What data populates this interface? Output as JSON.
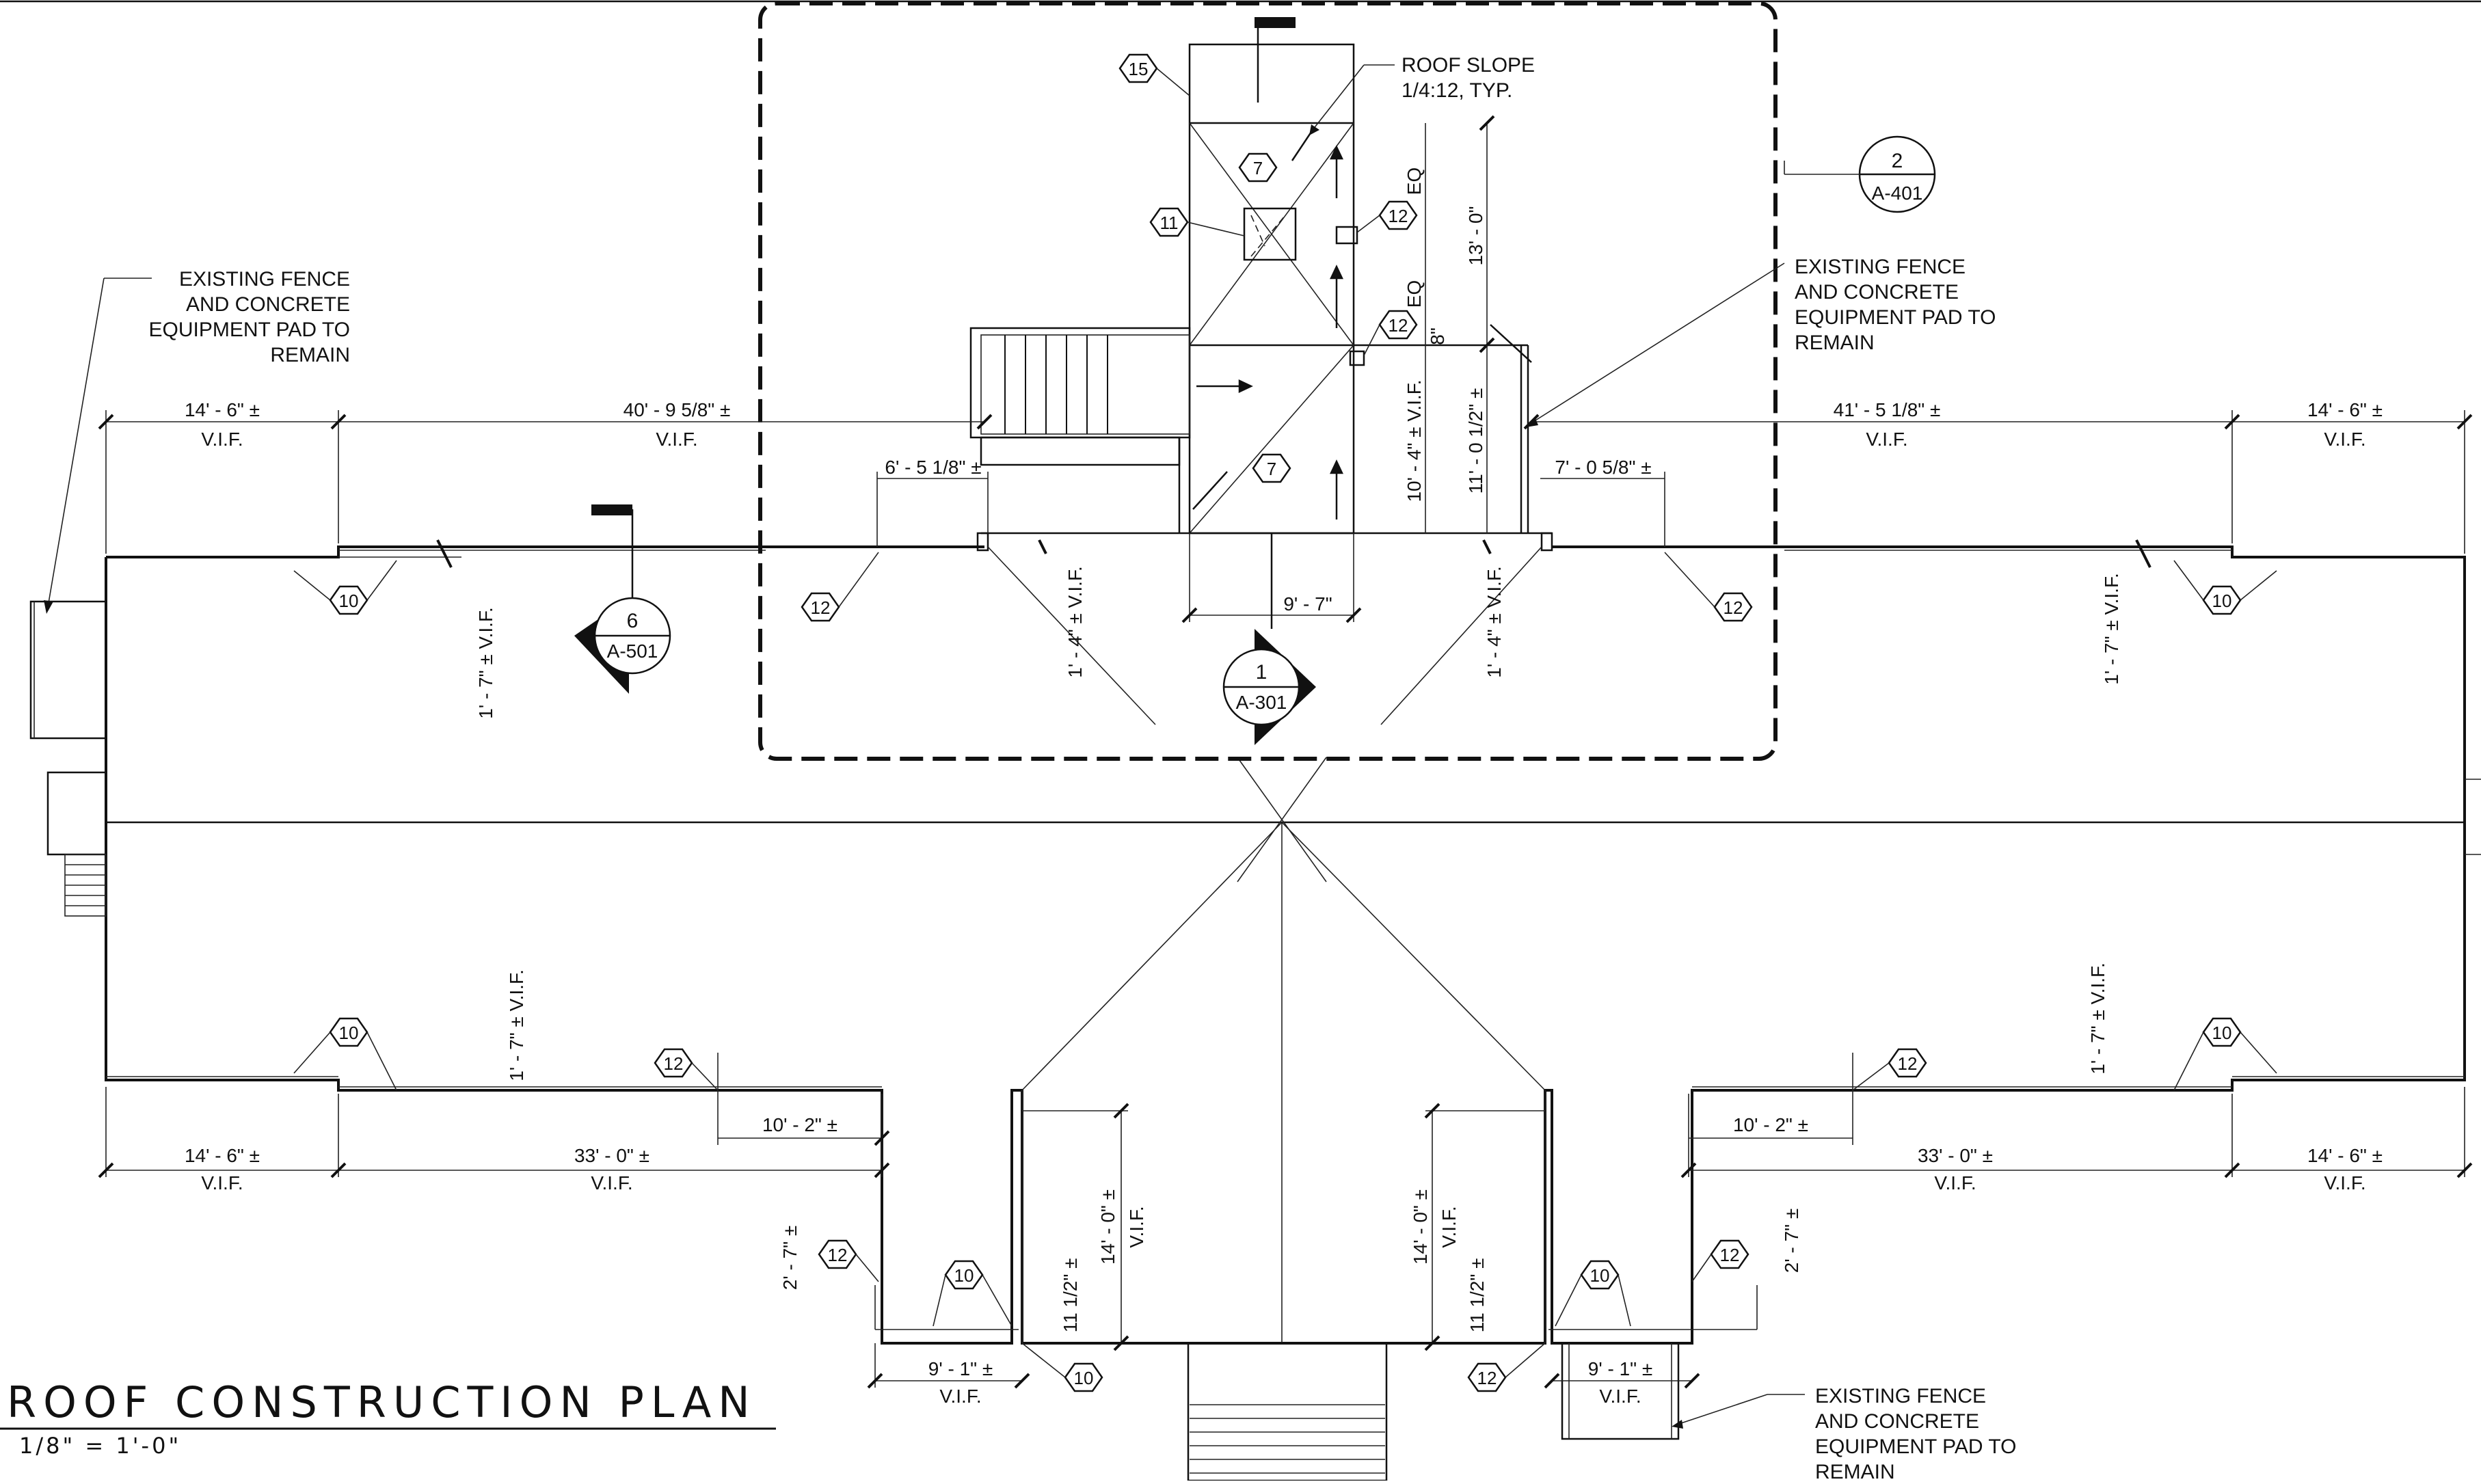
{
  "drawing": {
    "title": "ROOF CONSTRUCTION PLAN",
    "scale": "1/8\" = 1'-0\""
  },
  "notes": {
    "roof_slope_l1": "ROOF SLOPE",
    "roof_slope_l2": "1/4:12, TYP.",
    "fence_l1": "EXISTING FENCE",
    "fence_l2": "AND CONCRETE",
    "fence_l3": "EQUIPMENT PAD TO",
    "fence_l4": "REMAIN"
  },
  "refs": {
    "detail_2": "2",
    "sheet_a401": "A-401",
    "detail_6": "6",
    "sheet_a501": "A-501",
    "detail_1": "1",
    "sheet_a301": "A-301"
  },
  "tags": {
    "k7": "7",
    "k10": "10",
    "k11": "11",
    "k12": "12",
    "k15": "15"
  },
  "dims": {
    "d14_6": "14' - 6\" ±",
    "vif": "V.I.F.",
    "d40_9": "40' - 9 5/8\" ±",
    "d41_5": "41' - 5 1/8\" ±",
    "d6_5": "6' - 5 1/8\" ±",
    "d7_0": "7' - 0 5/8\" ±",
    "d9_7": "9' - 7\"",
    "d1_7": "1' - 7\" ± V.I.F.",
    "d1_4": "1' - 4\" ± V.I.F.",
    "d13_0": "13' - 0\"",
    "eq": "EQ",
    "d8": "8\"",
    "d10_4": "10' - 4\" ± V.I.F.",
    "d11_0": "11' - 0 1/2\" ±",
    "d33_0": "33' - 0\" ±",
    "d10_2": "10' - 2\" ±",
    "d14_0": "14' - 0\" ±",
    "d2_7": "2' - 7\" ±",
    "d11h": "11 1/2\" ±",
    "d9_1": "9' - 1\" ±"
  }
}
